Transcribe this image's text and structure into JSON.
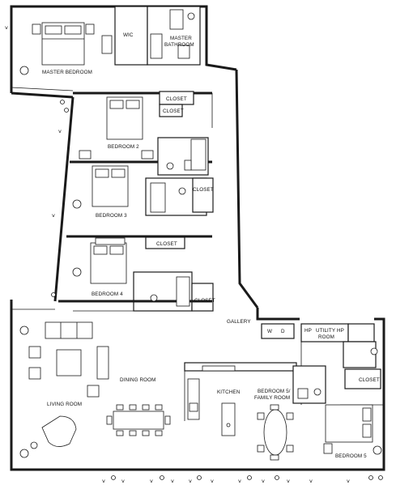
{
  "rooms": {
    "master_bedroom": "MASTER BEDROOM",
    "wic": "WIC",
    "master_bath_l1": "MASTER",
    "master_bath_l2": "BATHROOM",
    "closet": "CLOSET",
    "bedroom2": "BEDROOM 2",
    "bedroom3": "BEDROOM 3",
    "bedroom4": "BEDROOM 4",
    "gallery": "GALLERY",
    "washer": "W",
    "dryer": "D",
    "hp": "HP",
    "utility_l1": "UTILITY",
    "utility_l2": "ROOM",
    "dining_room": "DINING ROOM",
    "living_room": "LIVING ROOM",
    "kitchen": "KITCHEN",
    "bedroom5_family_l1": "BEDROOM 5/",
    "bedroom5_family_l2": "FAMILY ROOM",
    "bedroom5": "BEDROOM 5"
  },
  "markers": {
    "window_v": "v"
  },
  "colors": {
    "line": "#1a1a1a",
    "background": "#ffffff",
    "fixture_fill": "#d8d8d8"
  }
}
